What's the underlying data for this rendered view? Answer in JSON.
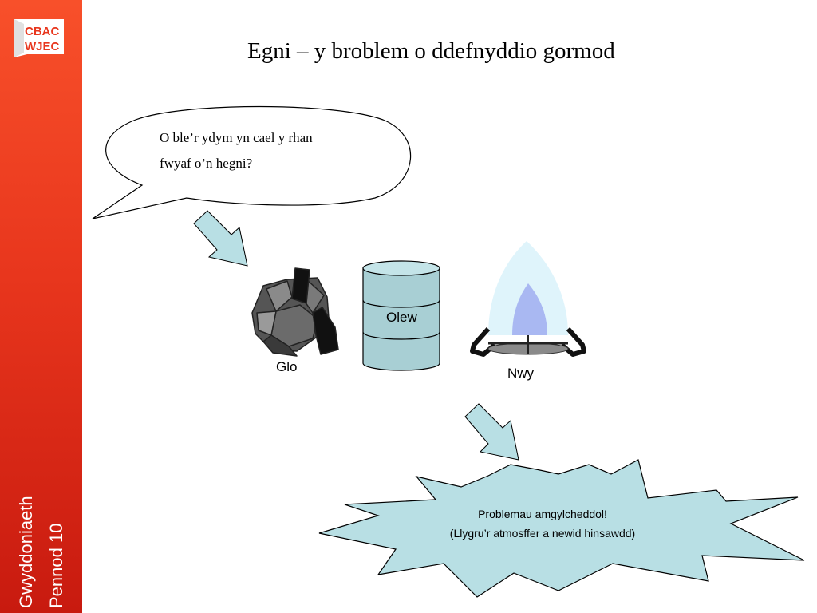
{
  "slide": {
    "title": "Egni – y broblem o ddefnyddio gormod",
    "speech": {
      "line1": "O ble’r ydym yn cael y rhan",
      "line2": "fwyaf o’n hegni?"
    },
    "fuels": {
      "coal": "Glo",
      "oil": "Olew",
      "gas": "Nwy"
    },
    "burst": {
      "line1": "Problemau amgylcheddol!",
      "line2": "(Llygru’r atmosffer a newid hinsawdd)"
    }
  },
  "sidebar": {
    "logo_top": "CBAC",
    "logo_bottom": "WJEC",
    "subject": "Gwyddoniaeth",
    "chapter": "Pennod 10"
  },
  "colors": {
    "sidebar_top": "#f8502a",
    "sidebar_bottom": "#c81a0f",
    "arrow_fill": "#b8dfe4",
    "burst_fill": "#b8dfe4",
    "barrel_fill": "#a8cfd4",
    "flame_outer": "#dff4fb",
    "flame_inner": "#a9b8f2"
  }
}
